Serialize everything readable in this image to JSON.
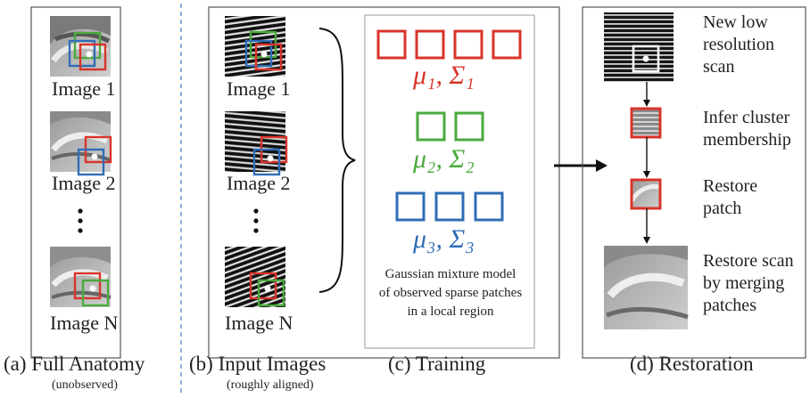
{
  "panels": {
    "a": {
      "caption": "(a) Full Anatomy",
      "subcaption": "(unobserved)",
      "image_labels": [
        "Image 1",
        "Image 2",
        "Image N"
      ]
    },
    "b": {
      "caption": "(b) Input Images",
      "subcaption": "(roughly aligned)",
      "image_labels": [
        "Image 1",
        "Image 2",
        "Image N"
      ]
    },
    "c": {
      "caption": "(c) Training",
      "clusters": [
        {
          "label": "μ₁, Σ₁",
          "color": "#d9342b",
          "patches": 4
        },
        {
          "label": "μ₂, Σ₂",
          "color": "#4aaa3c",
          "patches": 2
        },
        {
          "label": "μ₃, Σ₃",
          "color": "#2f6db5",
          "patches": 3
        }
      ],
      "description": [
        "Gaussian mixture model",
        "of observed sparse patches",
        "in a local region"
      ]
    },
    "d": {
      "caption": "(d) Restoration",
      "steps": [
        [
          "New low",
          "resolution",
          "scan"
        ],
        [
          "Infer cluster",
          "membership"
        ],
        [
          "Restore",
          "patch"
        ],
        [
          "Restore scan",
          "by merging",
          "patches"
        ]
      ]
    }
  },
  "colors": {
    "red": "#d9342b",
    "green": "#4aaa3c",
    "blue": "#2f6db5",
    "divider": "#5b8fc7"
  }
}
